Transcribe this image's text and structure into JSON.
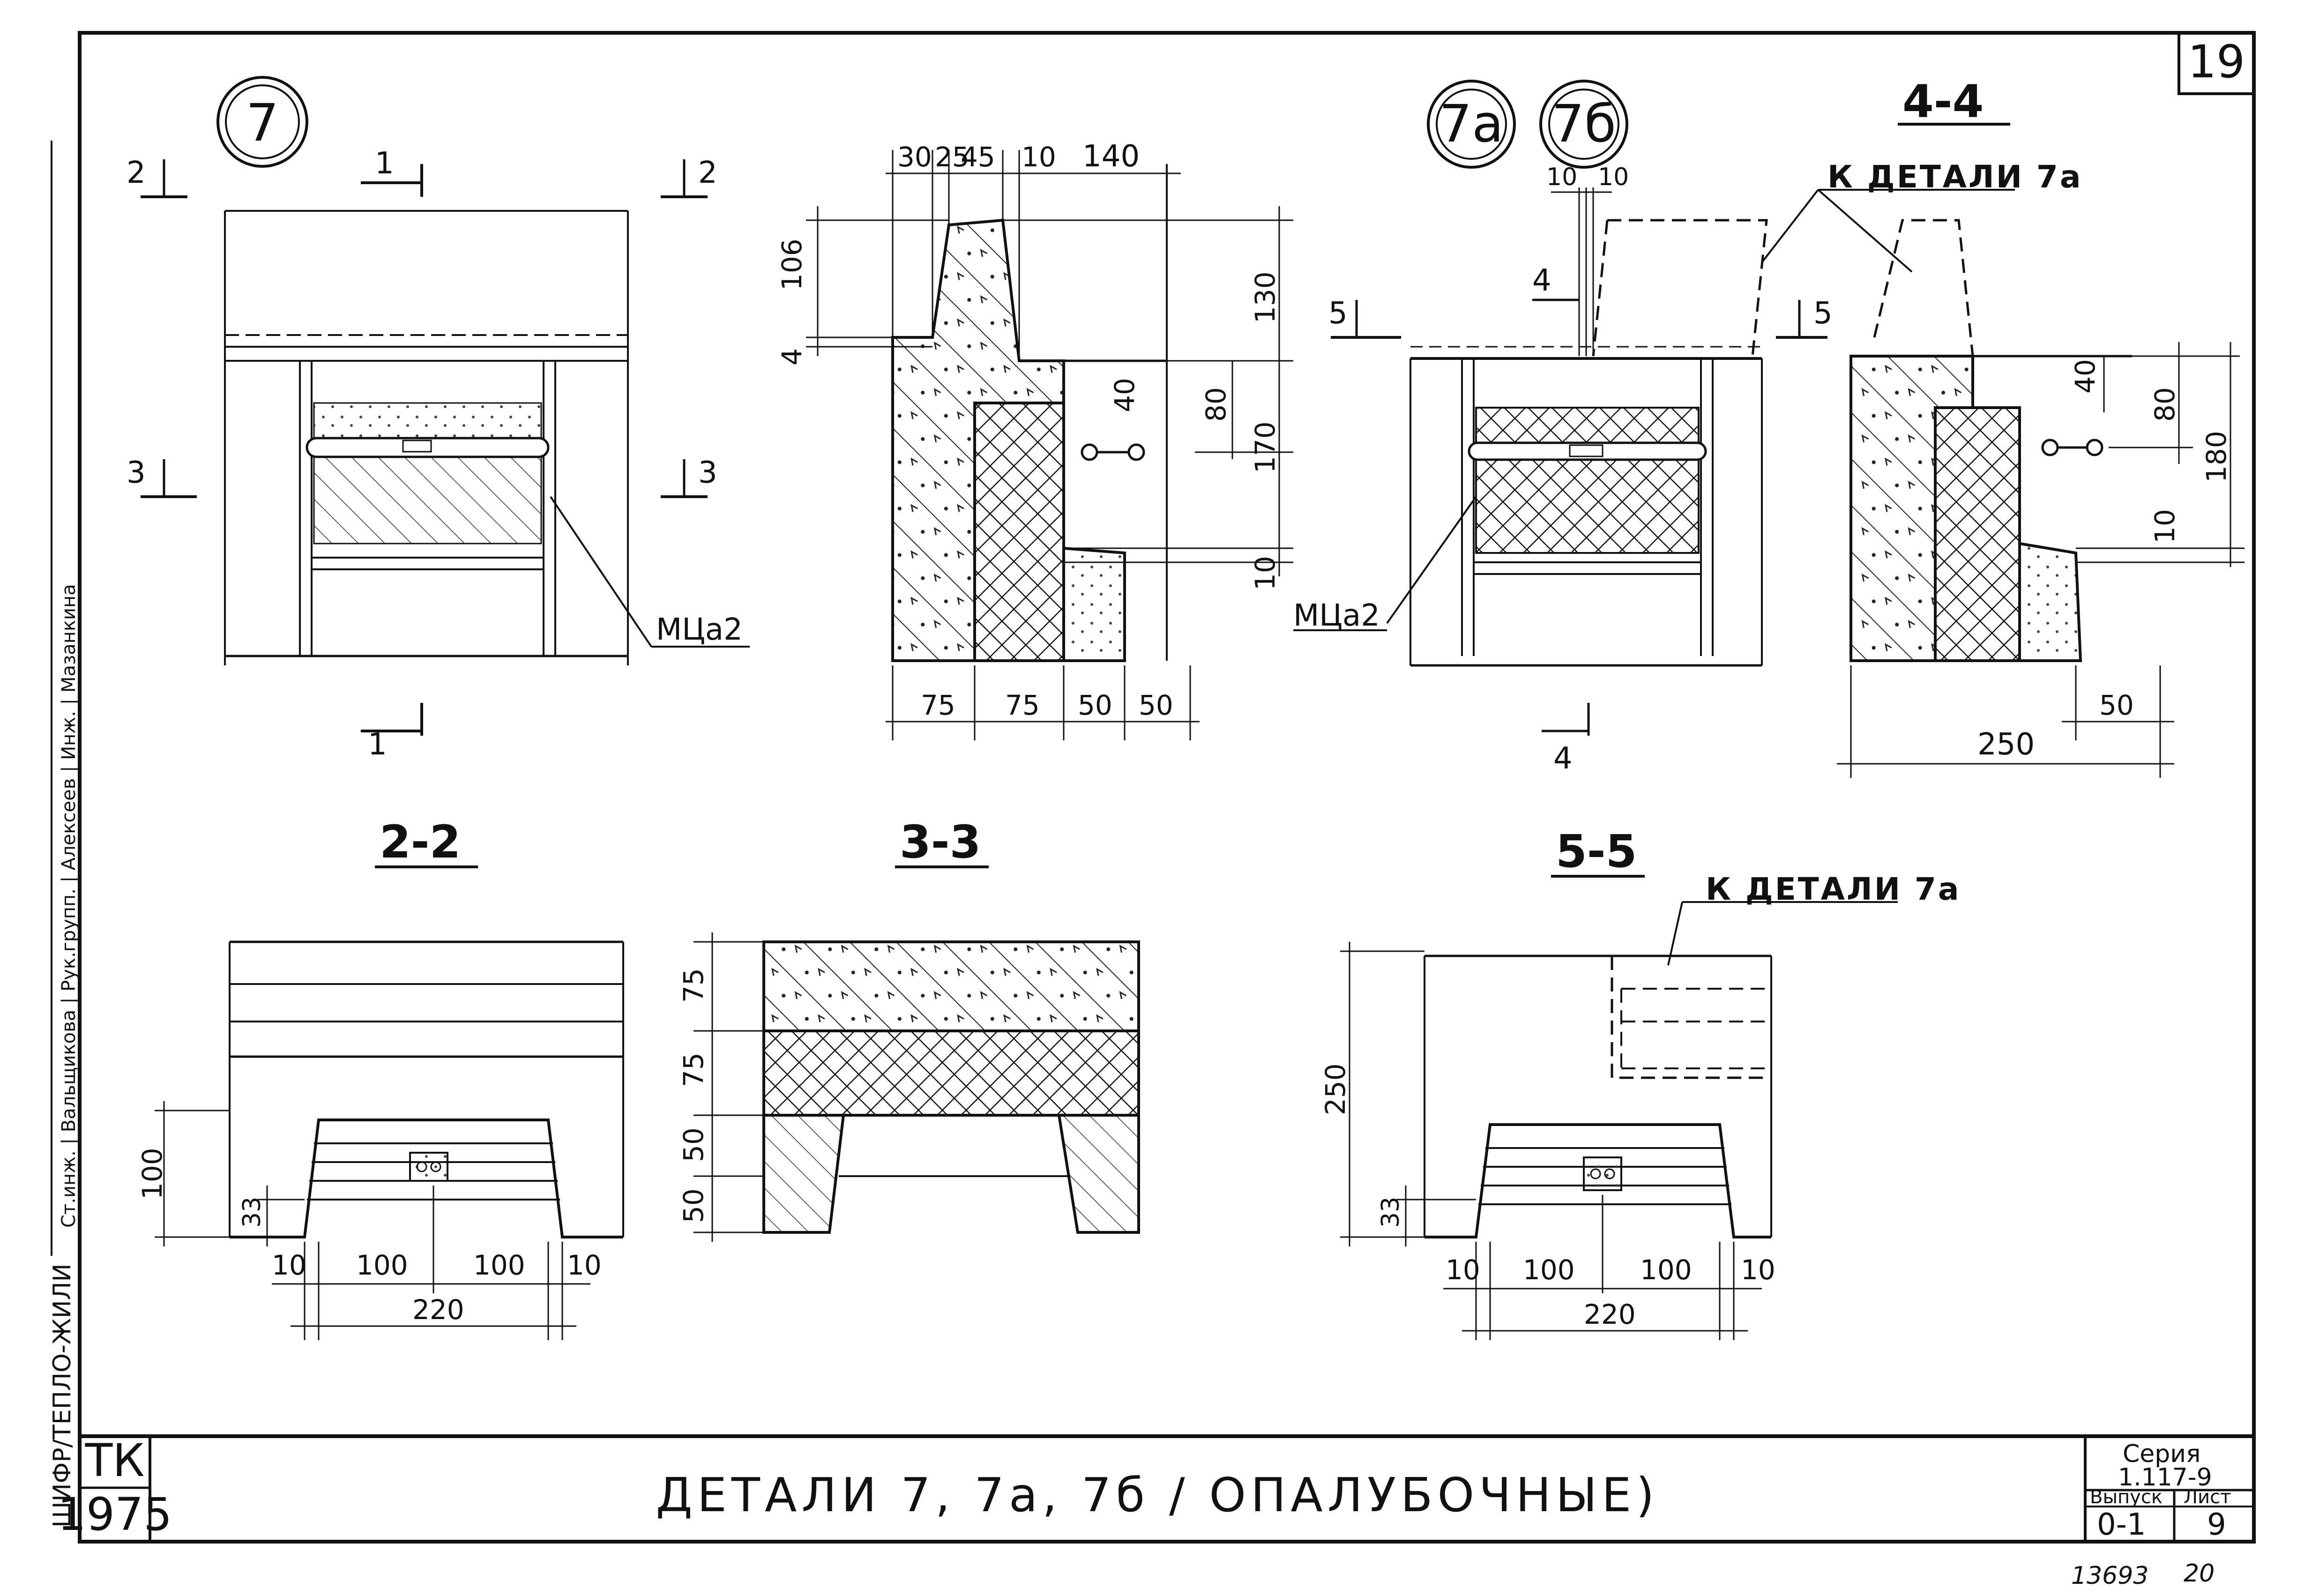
{
  "sheet": {
    "sheet_number_top": "19",
    "stamp_number": "13693",
    "stamp_suffix": "20"
  },
  "title_block": {
    "code": "ТК",
    "year": "1975",
    "title": "ДЕТАЛИ 7, 7а, 7б / ОПАЛУБОЧНЫЕ)",
    "series_label": "Серия",
    "series_value": "1.117-9",
    "issue_label": "Выпуск",
    "issue_value": "0-1",
    "sheet_label": "Лист",
    "sheet_value": "9"
  },
  "side_strip": {
    "text": "Ст.инж. | Вальщикова | Рук.групп. | Алексеев | Инж. | Мазанкина",
    "bottom_text": "ШИФР/ТЕПЛО-ЖИЛИ"
  },
  "detail_7": {
    "marker": "7",
    "cut_1": "1",
    "cut_2": "2",
    "cut_3": "3",
    "part_label": "МЦа2"
  },
  "section_1_1": {
    "top_dims": [
      "30",
      "25",
      "45",
      "10",
      "140"
    ],
    "left_dims": [
      "106",
      "4"
    ],
    "right_dims": [
      "130",
      "80",
      "40",
      "170",
      "10"
    ],
    "bottom_dims": [
      "75",
      "75",
      "50",
      "50"
    ]
  },
  "detail_7a": {
    "marker_a": "7а",
    "marker_b": "7б",
    "top_dims": [
      "10",
      "10"
    ],
    "cut_4": "4",
    "cut_5": "5",
    "part_label": "МЦа2"
  },
  "section_4_4": {
    "title": "4-4",
    "note": "К ДЕТАЛИ 7а",
    "right_dims": [
      "40",
      "80",
      "180",
      "10"
    ],
    "bottom_dims": [
      "50",
      "250"
    ]
  },
  "section_2_2": {
    "title": "2-2",
    "left_dims": [
      "100",
      "33"
    ],
    "bottom_dims": [
      "10",
      "100",
      "100",
      "10",
      "220"
    ]
  },
  "section_3_3": {
    "title": "3-3",
    "left_dims": [
      "75",
      "75",
      "50",
      "50"
    ]
  },
  "section_5_5": {
    "title": "5-5",
    "note": "К ДЕТАЛИ 7а",
    "left_dims": [
      "250",
      "33"
    ],
    "bottom_dims": [
      "10",
      "100",
      "100",
      "10",
      "220"
    ]
  }
}
